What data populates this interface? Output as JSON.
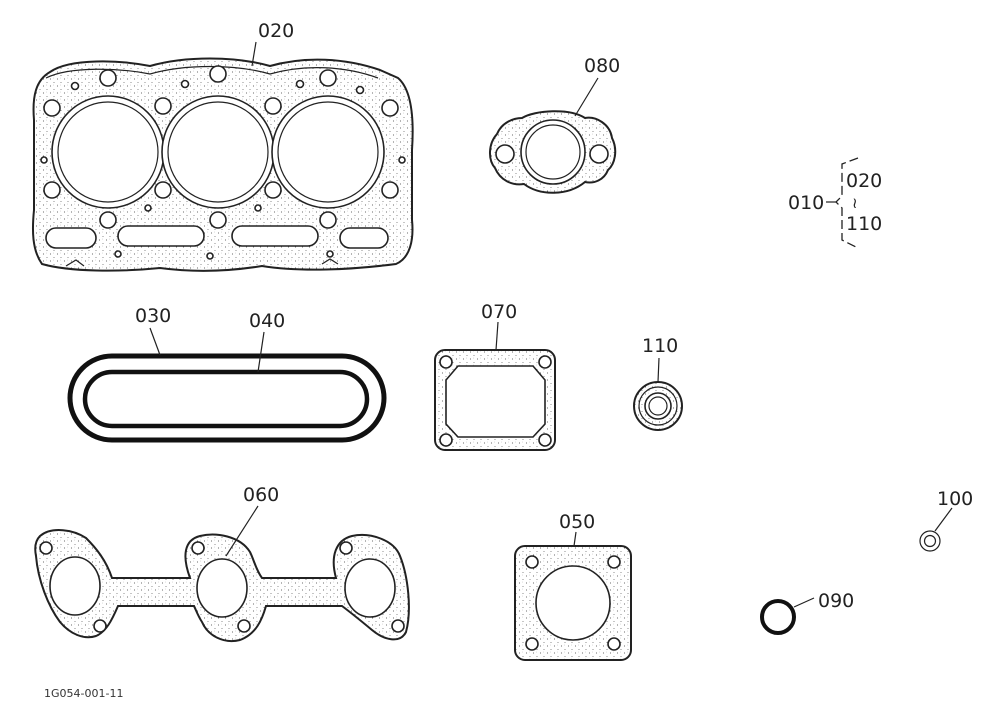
{
  "callouts": {
    "c020": "020",
    "c080": "080",
    "c010": "010",
    "c010_from": "020",
    "c010_tilde": "≀",
    "c010_to": "110",
    "c030": "030",
    "c040": "040",
    "c070": "070",
    "c110": "110",
    "c060": "060",
    "c050": "050",
    "c100": "100",
    "c090": "090"
  },
  "figure_code": "1G054-001-11",
  "colors": {
    "ink": "#222222",
    "paper": "#ffffff"
  }
}
